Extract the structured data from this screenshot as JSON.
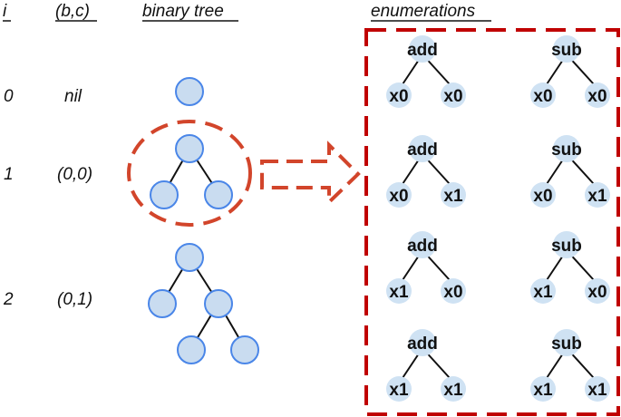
{
  "headers": {
    "i": "i",
    "bc": "(b,c)",
    "tree": "binary tree",
    "enum": "enumerations"
  },
  "rows": [
    {
      "i": "0",
      "bc": "nil"
    },
    {
      "i": "1",
      "bc": "(0,0)"
    },
    {
      "i": "2",
      "bc": "(0,1)"
    }
  ],
  "enumerations": [
    {
      "op": "add",
      "left": "x0",
      "right": "x0"
    },
    {
      "op": "sub",
      "left": "x0",
      "right": "x0"
    },
    {
      "op": "add",
      "left": "x0",
      "right": "x1"
    },
    {
      "op": "sub",
      "left": "x0",
      "right": "x1"
    },
    {
      "op": "add",
      "left": "x1",
      "right": "x0"
    },
    {
      "op": "sub",
      "left": "x1",
      "right": "x0"
    },
    {
      "op": "add",
      "left": "x1",
      "right": "x1"
    },
    {
      "op": "sub",
      "left": "x1",
      "right": "x1"
    }
  ],
  "colors": {
    "highlight": "#d2452b",
    "enum_border": "#c00000",
    "node_fill": "#c9dcf0",
    "node_stroke": "#4a86e8",
    "enum_node_fill": "#cfe2f3"
  }
}
